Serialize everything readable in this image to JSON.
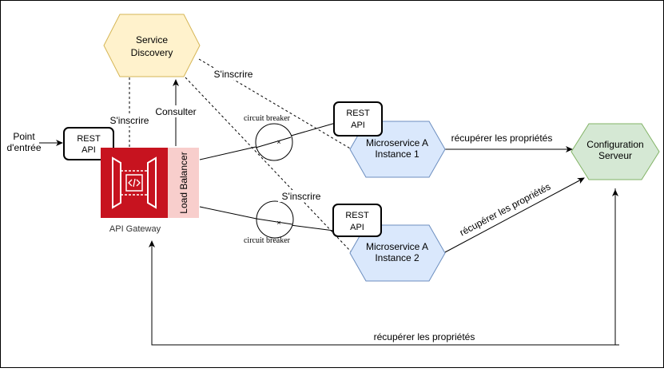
{
  "nodes": {
    "service_discovery": {
      "line1": "Service",
      "line2": "Discovery"
    },
    "config_server": {
      "line1": "Configuration",
      "line2": "Serveur"
    },
    "ms_instance1": {
      "line1": "Microservice A",
      "line2": "Instance 1"
    },
    "ms_instance2": {
      "line1": "Microservice A",
      "line2": "Instance 2"
    },
    "rest_api_gateway": {
      "line1": "REST",
      "line2": "API"
    },
    "rest_api_1": {
      "line1": "REST",
      "line2": "API"
    },
    "rest_api_2": {
      "line1": "REST",
      "line2": "API"
    },
    "load_balancer": "Load Balancer",
    "api_gateway": "API Gateway",
    "entry_point": {
      "line1": "Point",
      "line2": "d'entrée"
    }
  },
  "edges": {
    "sinscrire_gateway": "S'inscrire",
    "consulter": "Consulter",
    "sinscrire_instance1": "S'inscrire",
    "sinscrire_instance2": "S'inscrire",
    "cb_top": "circuit breaker",
    "cb_bottom": "circuit breaker",
    "props_instance1": "récupérer les propriétés",
    "props_instance2": "récupérer les propriétés",
    "props_gateway": "récupérer les propriétés"
  },
  "colors": {
    "discovery_fill": "#fff2cc",
    "discovery_stroke": "#d6b656",
    "config_fill": "#d5e8d4",
    "config_stroke": "#82b366",
    "ms_fill": "#dae8fc",
    "ms_stroke": "#6c8ebf",
    "gateway_red": "#c7131f",
    "lb_fill": "#f8cecc"
  }
}
